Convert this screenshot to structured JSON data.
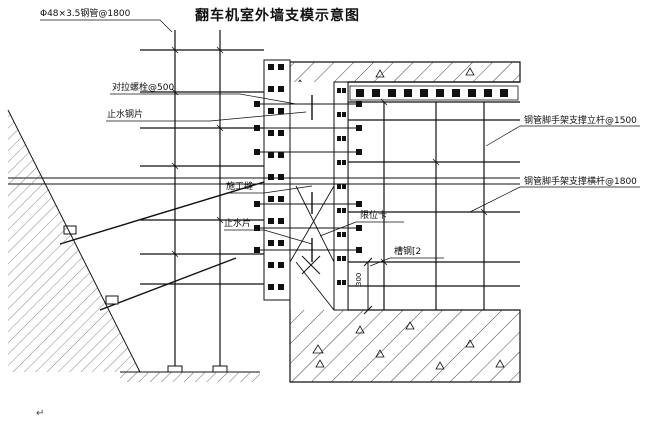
{
  "title": "翻车机室外墙支模示意图",
  "labels": {
    "pipe_spec": "Φ48×3.5钢管@1800",
    "tie_bolt": "对拉螺栓@500",
    "water_stop_plate": "止水钢片",
    "pole_upright": "钢管脚手架支撑立杆@1500",
    "construction_joint": "施工缝",
    "pole_horizontal": "钢管脚手架支撑横杆@1800",
    "water_stop_plate_2": "止水片",
    "stopper": "限位卡",
    "channel_steel": "槽钢",
    "channel_steel_no": "[2",
    "dim_300": "300",
    "return_mark": "↵"
  },
  "colors": {
    "line": "#111111",
    "hatch": "#333333",
    "background": "#ffffff"
  }
}
